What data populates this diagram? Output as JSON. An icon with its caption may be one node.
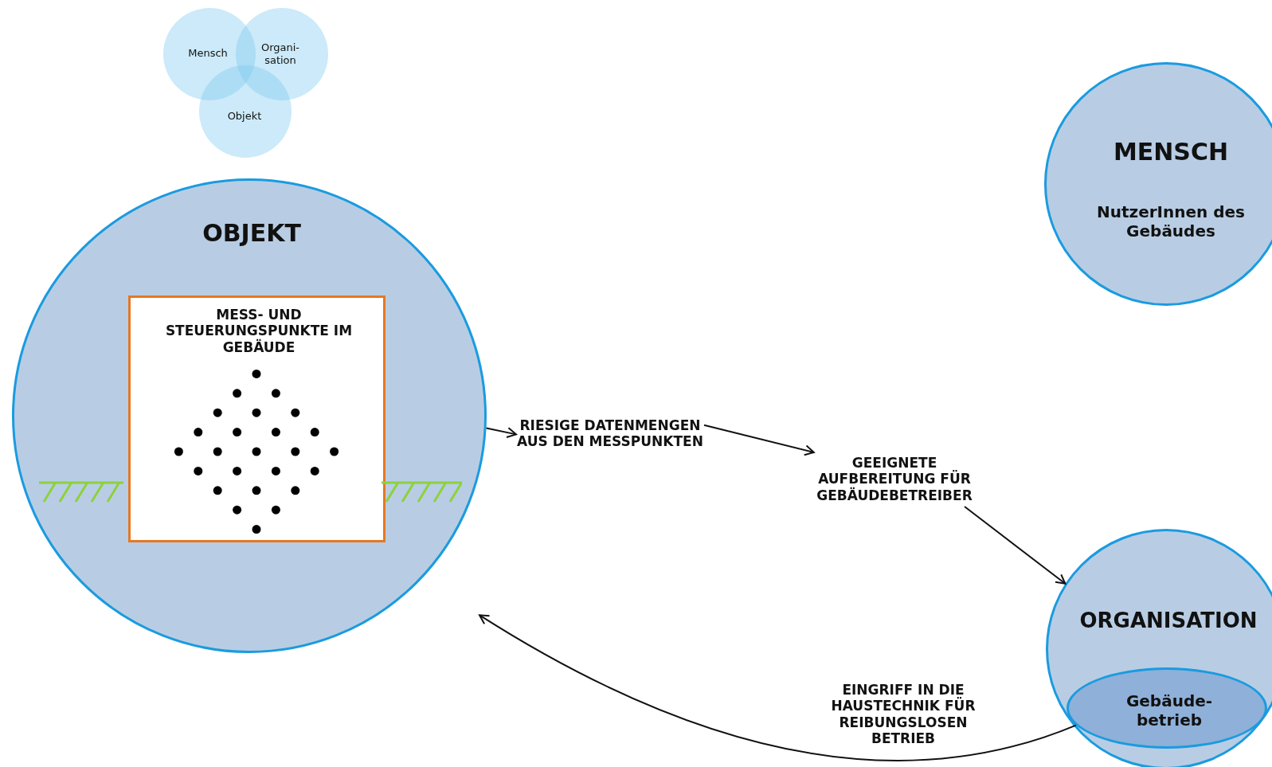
{
  "diagram": {
    "nodes": [
      {
        "text": [
          "Mensch"
        ]
      },
      {
        "text": [
          "Organi-sation"
        ]
      },
      {
        "text": [
          "Objekt"
        ]
      },
      {
        "text": [
          "OBJEKT"
        ]
      },
      {
        "text": [
          "MESS- UND STEUERUNGSPUNKTE IM GEBÄUDE"
        ],
        "in": 3
      },
      {
        "text": [
          "RIESIGE DATENMENGEN AUS DEN MESSPUNKTEN"
        ]
      },
      {
        "text": [
          "GEEIGNETE AUFBEREITUNG FÜR GEBÄUDEBETREIBER"
        ]
      },
      {
        "text": [
          "MENSCH",
          "NutzerInnen des Gebäudes"
        ]
      },
      {
        "text": [
          "ORGANISATION"
        ]
      },
      {
        "text": [
          "Gebäude-betrieb"
        ],
        "in": 8
      }
    ],
    "edges": [
      {
        "from": 3,
        "to": 5,
        "arrow": "to"
      },
      {
        "from": 5,
        "to": 6,
        "arrow": "to"
      },
      {
        "from": 6,
        "to": 8,
        "arrow": "to"
      },
      {
        "from": 9,
        "to": 3,
        "arrow": "to",
        "label": "EINGRIFF IN DIE HAUSTECHNIK FÜR REIBUNGSLOSEN BETRIEB"
      }
    ]
  }
}
